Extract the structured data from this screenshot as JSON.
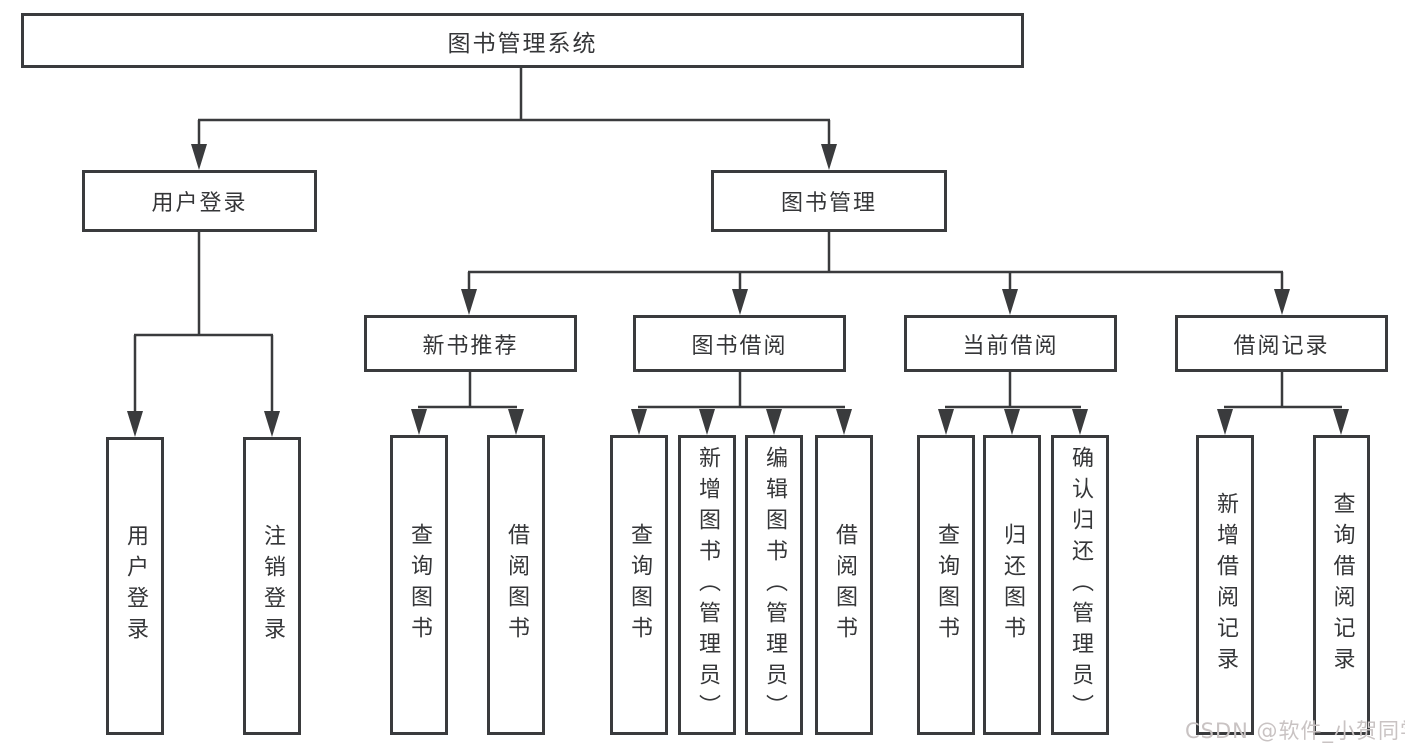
{
  "tree": {
    "root": {
      "label": "图书管理系统"
    },
    "children": [
      {
        "label": "用户登录",
        "children": [
          {
            "label": "用户登录"
          },
          {
            "label": "注销登录"
          }
        ]
      },
      {
        "label": "图书管理",
        "children": [
          {
            "label": "新书推荐",
            "children": [
              {
                "label": "查询图书"
              },
              {
                "label": "借阅图书"
              }
            ]
          },
          {
            "label": "图书借阅",
            "children": [
              {
                "label": "查询图书"
              },
              {
                "label": "新增图书（管理员）"
              },
              {
                "label": "编辑图书（管理员）"
              },
              {
                "label": "借阅图书"
              }
            ]
          },
          {
            "label": "当前借阅",
            "children": [
              {
                "label": "查询图书"
              },
              {
                "label": "归还图书"
              },
              {
                "label": "确认归还（管理员）"
              }
            ]
          },
          {
            "label": "借阅记录",
            "children": [
              {
                "label": "新增借阅记录"
              },
              {
                "label": "查询借阅记录"
              }
            ]
          }
        ]
      }
    ]
  },
  "watermark": {
    "text": "CSDN @软件_小贺同学"
  },
  "colors": {
    "line": "#3a3b3d",
    "text": "#353638",
    "watermark": "#c9c3c3",
    "background": "#ffffff"
  }
}
